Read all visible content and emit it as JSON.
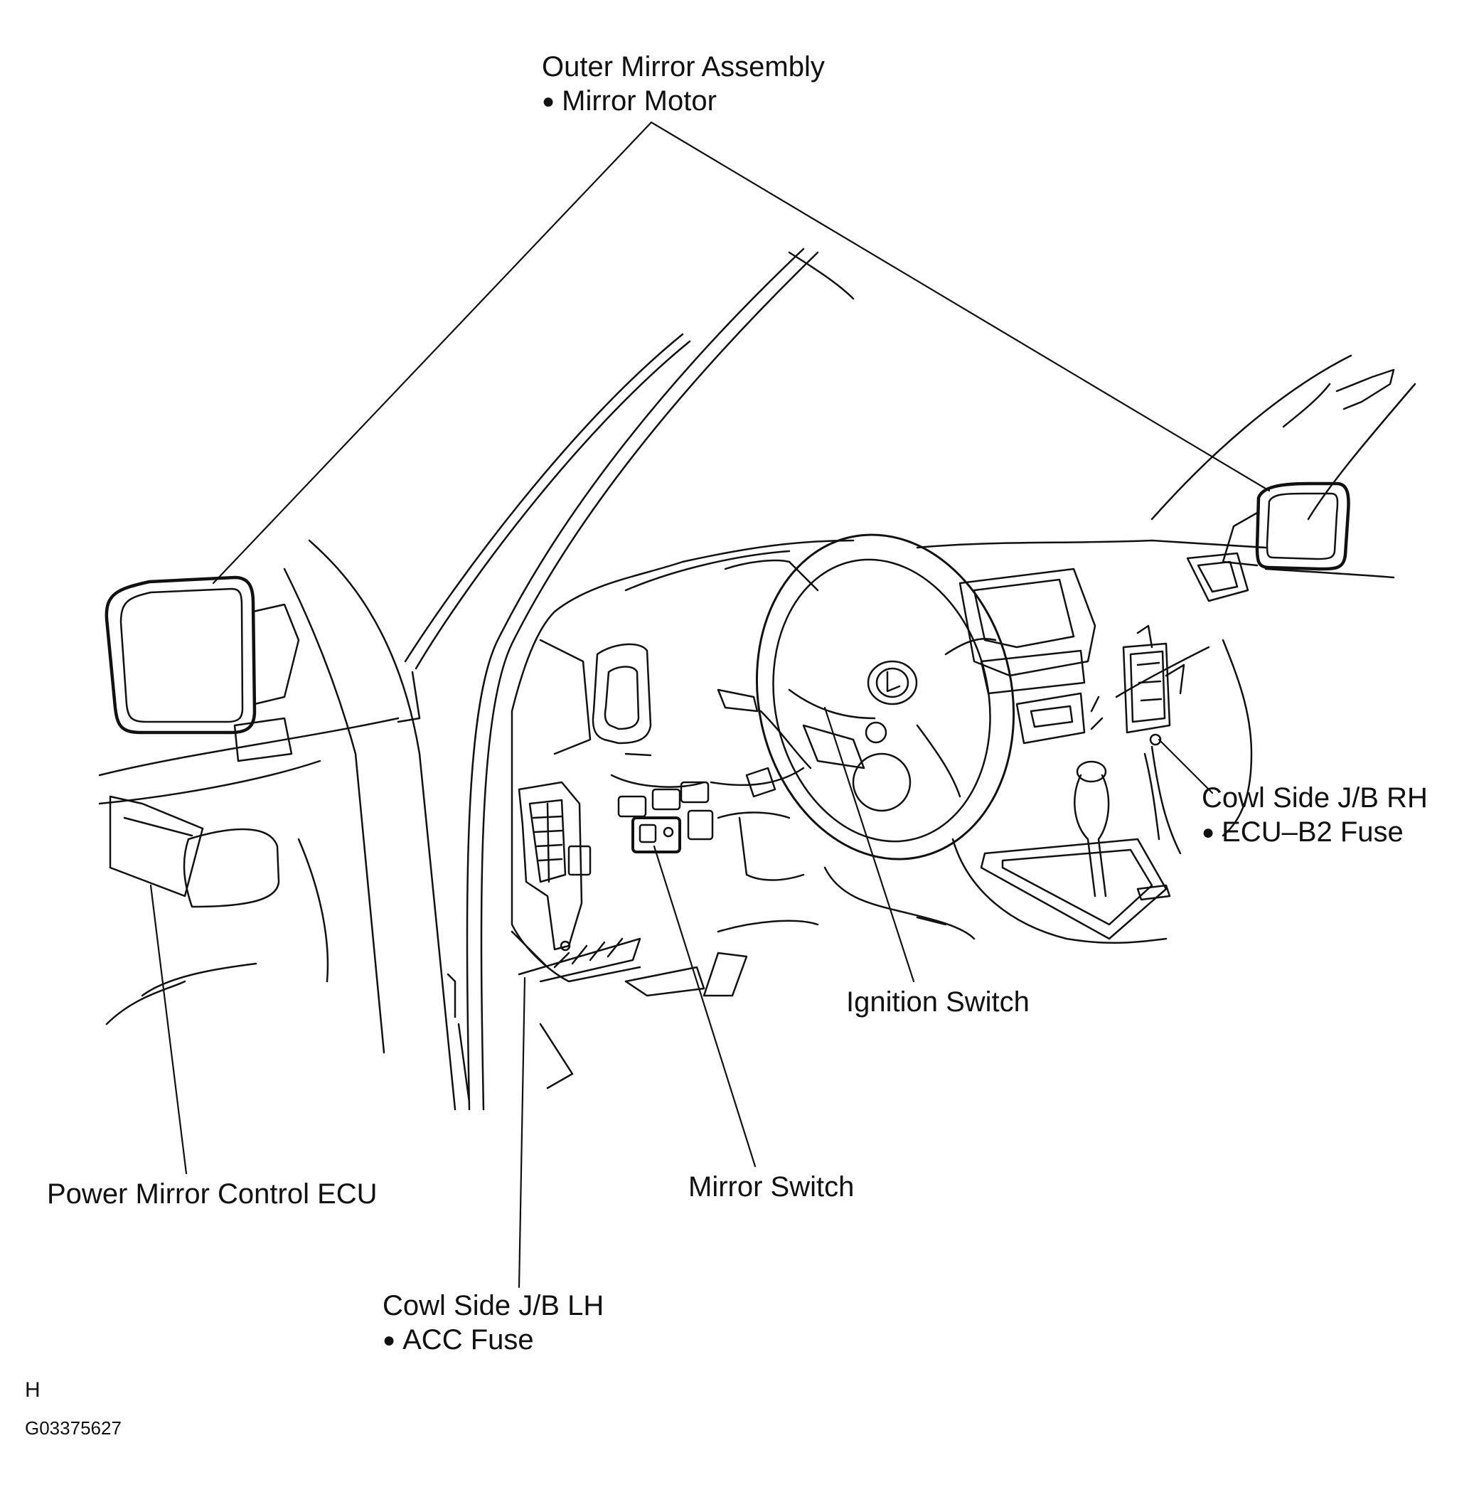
{
  "labels": {
    "outer_mirror": {
      "title": "Outer Mirror Assembly",
      "sub": "Mirror Motor"
    },
    "cowl_rh": {
      "title": "Cowl Side J/B RH",
      "sub": "ECU–B2 Fuse"
    },
    "ignition_switch": "Ignition Switch",
    "mirror_switch": "Mirror Switch",
    "power_mirror_ecu": "Power Mirror Control ECU",
    "cowl_lh": {
      "title": "Cowl Side J/B LH",
      "sub": "ACC Fuse"
    }
  },
  "footer": {
    "section": "H",
    "figure_id": "G03375627"
  }
}
